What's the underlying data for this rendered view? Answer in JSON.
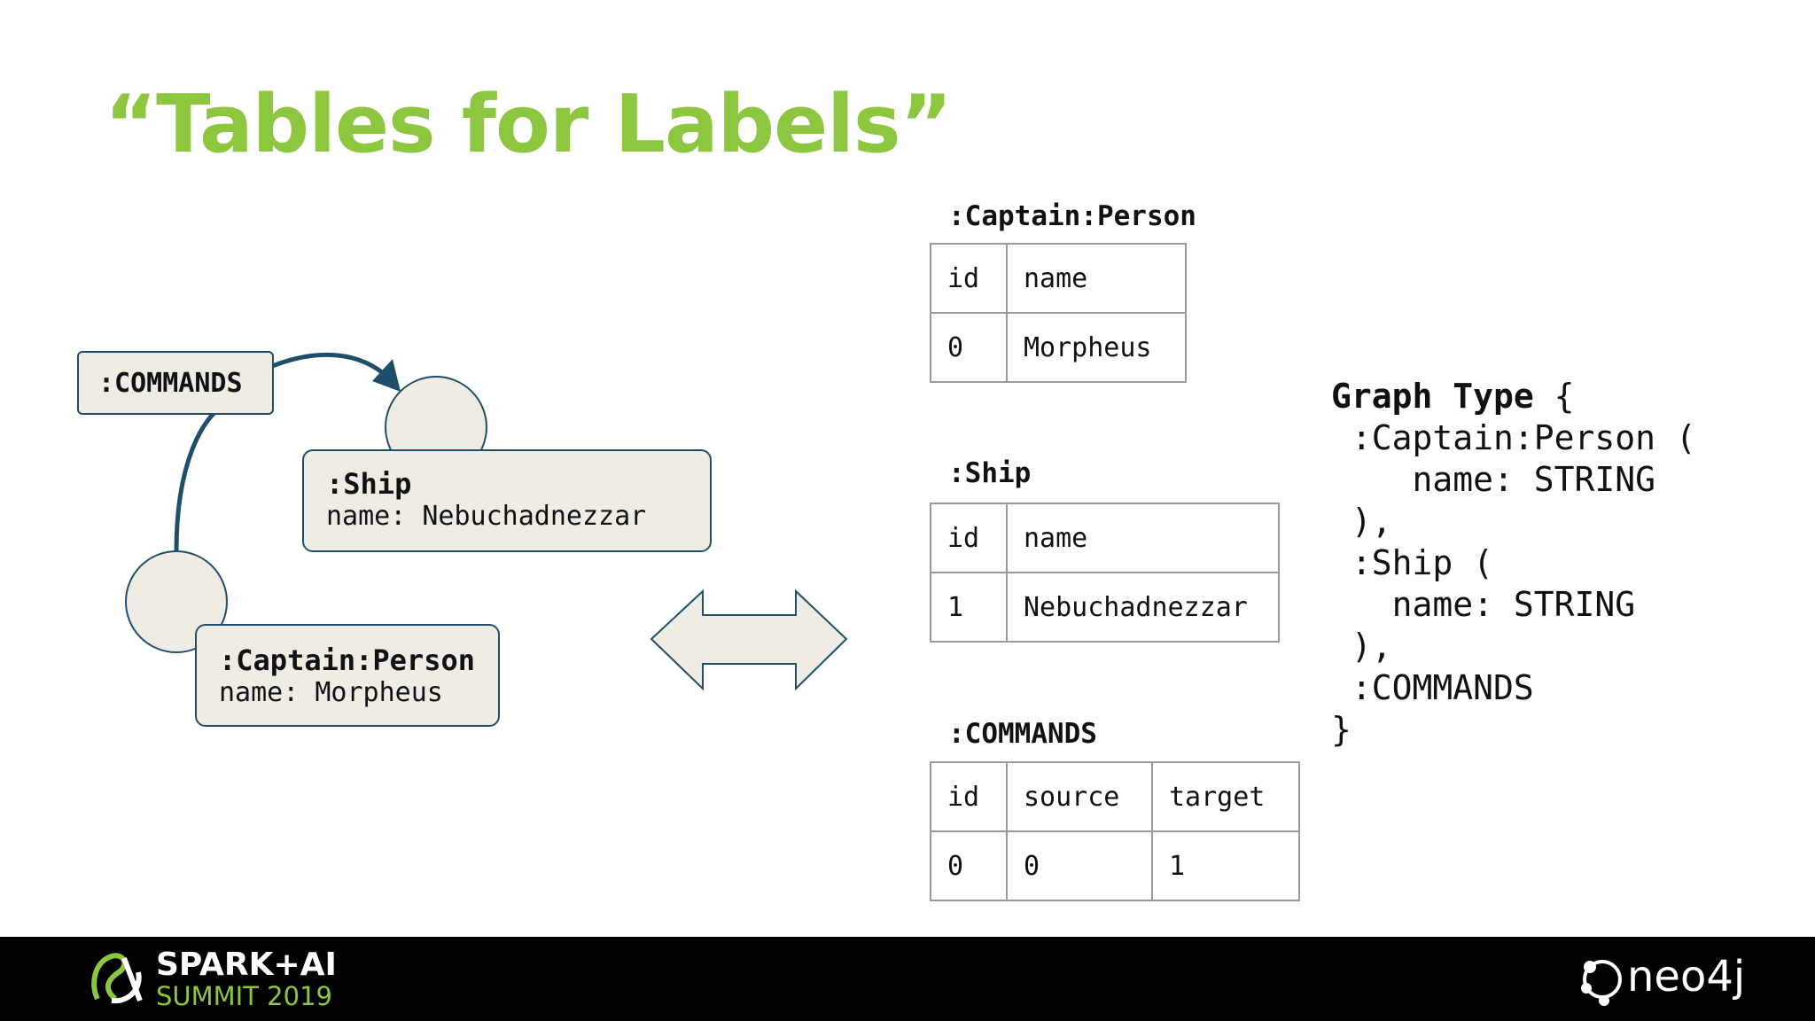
{
  "title": "“Tables for Labels”",
  "diagram": {
    "relationship_label": ":COMMANDS",
    "ship_node": {
      "label": ":Ship",
      "property": "name: Nebuchadnezzar"
    },
    "captain_node": {
      "label": ":Captain:Person",
      "property": "name: Morpheus"
    }
  },
  "tables": {
    "captain": {
      "title": ":Captain:Person",
      "headers": [
        "id",
        "name"
      ],
      "rows": [
        [
          "0",
          "Morpheus"
        ]
      ]
    },
    "ship": {
      "title": ":Ship",
      "headers": [
        "id",
        "name"
      ],
      "rows": [
        [
          "1",
          "Nebuchadnezzar"
        ]
      ]
    },
    "commands": {
      "title": ":COMMANDS",
      "headers": [
        "id",
        "source",
        "target"
      ],
      "rows": [
        [
          "0",
          "0",
          "1"
        ]
      ]
    }
  },
  "schema": {
    "line1_kw": "Graph Type",
    "line1_rest": " {",
    "line2": " :Captain:Person (",
    "line3": "    name: STRING",
    "line4": " ),",
    "line5": " :Ship (",
    "line6": "   name: STRING",
    "line7": " ),",
    "line8": " :COMMANDS",
    "line9": "}"
  },
  "footer": {
    "spark_line1": "SPARK+AI",
    "spark_line2": "SUMMIT 2019",
    "neo4j": "neo4j"
  },
  "colors": {
    "title_green": "#8dc63f",
    "node_fill": "#efece3",
    "node_stroke": "#1f4e6b",
    "footer_bg": "#000000"
  }
}
